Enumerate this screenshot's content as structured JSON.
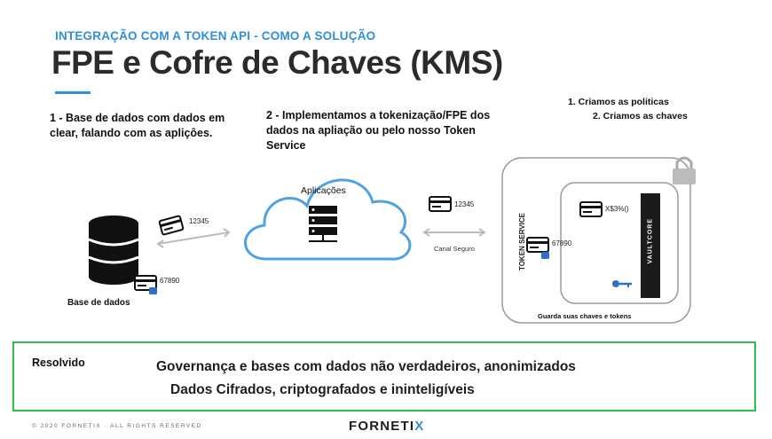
{
  "header": {
    "subtitle": "INTEGRAÇÃO COM A TOKEN API - COMO A SOLUÇÃO",
    "title": "FPE e Cofre de Chaves (KMS)"
  },
  "steps": {
    "step1": "1 - Base de dados com dados em clear, falando com as apliçôes.",
    "step2": "2 - Implementamos a tokenização/FPE dos dados na apliação ou pelo nosso Token Service",
    "kms1": "1. Criamos as politicas",
    "kms2": "2. Criamos as chaves"
  },
  "diagram": {
    "db_label": "Base de dados",
    "db_card_value": "67890",
    "left_card_value": "12345",
    "apps_label": "Aplicações",
    "mid_card_value": "12345",
    "channel_label": "Canal Seguro",
    "token_service_label": "TOKEN SERVICE",
    "ts_card_value": "67890",
    "vault_card_value": "X$3%()",
    "vault_label": "VAULTCORE",
    "kms_label": "Guarda suas chaves e tokens"
  },
  "result": {
    "title": "Resolvido",
    "line1": "Governança e bases com dados não verdadeiros, anonimizados",
    "line2": "Dados Cifrados, criptografados e ininteligíveis"
  },
  "footer": {
    "copyright": "© 2020 FORNETIX · ALL RIGHTS RESERVED",
    "logo_main": "FORNETI",
    "logo_x": "X"
  },
  "colors": {
    "accent": "#2f8fd8",
    "result_border": "#2fbf4a",
    "cloud_stroke": "#4fa3e0"
  }
}
